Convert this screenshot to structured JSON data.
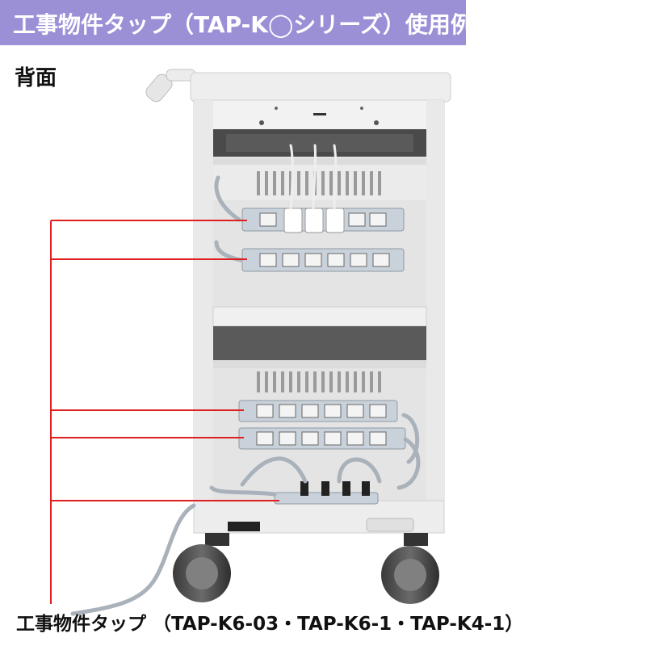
{
  "header": {
    "title": "工事物件タップ（TAP-K◯シリーズ）使用例",
    "background_color": "#9b8fd6"
  },
  "view_label": "背面",
  "caption": "工事物件タップ （TAP-K6-03・TAP-K6-1・TAP-K4-1）",
  "callout": {
    "line_color": "#e02020",
    "count": 5
  }
}
